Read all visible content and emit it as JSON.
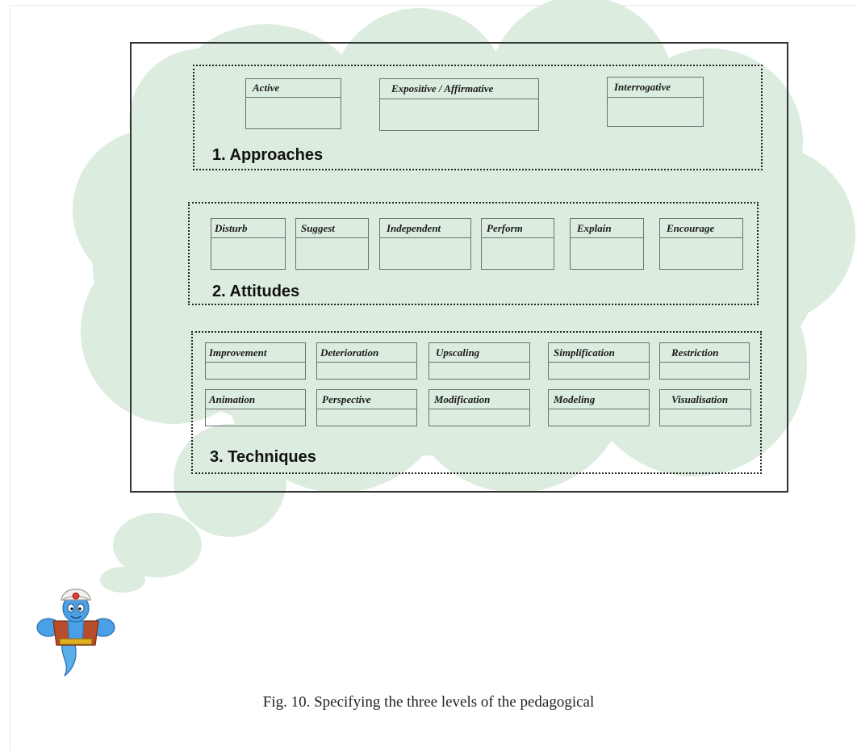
{
  "diagram": {
    "groups": [
      {
        "title": "1. Approaches",
        "items": [
          "Active",
          "Expositive / Affirmative",
          "Interrogative"
        ]
      },
      {
        "title": "2. Attitudes",
        "items": [
          "Disturb",
          "Suggest",
          "Independent",
          "Perform",
          "Explain",
          "Encourage"
        ]
      },
      {
        "title": "3. Techniques",
        "items": [
          "Improvement",
          "Deterioration",
          "Upscaling",
          "Simplification",
          "Restriction",
          "Animation",
          "Perspective",
          "Modification",
          "Modeling",
          "Visualisation"
        ]
      }
    ]
  },
  "caption": "Fig. 10. Specifying the three levels of the pedagogical",
  "colors": {
    "cloud": "#dcecdf",
    "frame": "#333333",
    "box_border": "#6f6f6f",
    "genie_body": "#4aa0e6"
  },
  "icons": {
    "thought_cloud": "thought-cloud-icon",
    "genie": "genie-icon"
  }
}
